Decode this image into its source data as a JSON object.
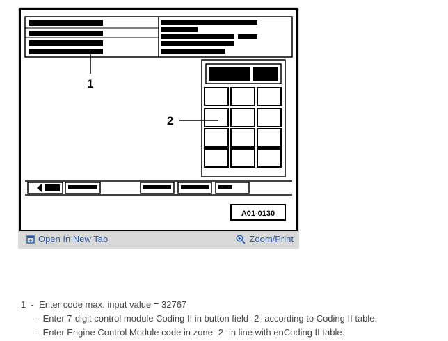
{
  "figure": {
    "callouts": {
      "one": "1",
      "two": "2"
    },
    "ref_code": "A01-0130"
  },
  "toolbar": {
    "open_label": "Open In New Tab",
    "zoom_label": "Zoom/Print",
    "open_icon": "open-in-new-tab-icon",
    "zoom_icon": "zoom-magnifier-icon",
    "link_color": "#2a5ca8"
  },
  "notes": {
    "item1": {
      "number": "1",
      "dash": "-",
      "text": "Enter code max. input value = 32767"
    },
    "subs": [
      {
        "dash": "-",
        "text": "Enter 7-digit control module Coding II in button field -2- according to Coding II table."
      },
      {
        "dash": "-",
        "text": "Enter Engine Control Module code in zone -2- in line with enCoding II table."
      }
    ]
  }
}
